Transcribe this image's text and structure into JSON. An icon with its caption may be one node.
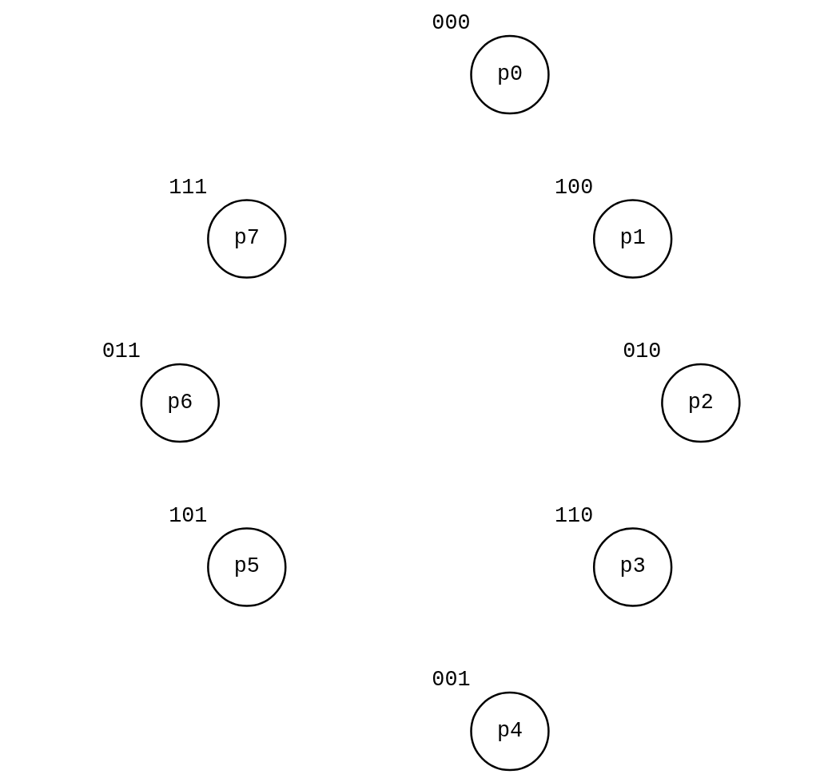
{
  "diagram": {
    "nodes": [
      {
        "text": [
          "p0"
        ],
        "beside": [
          "000"
        ]
      },
      {
        "text": [
          "p1"
        ],
        "beside": [
          "100"
        ]
      },
      {
        "text": [
          "p2"
        ],
        "beside": [
          "010"
        ]
      },
      {
        "text": [
          "p3"
        ],
        "beside": [
          "110"
        ]
      },
      {
        "text": [
          "p4"
        ],
        "beside": [
          "001"
        ]
      },
      {
        "text": [
          "p5"
        ],
        "beside": [
          "101"
        ]
      },
      {
        "text": [
          "p6"
        ],
        "beside": [
          "011"
        ]
      },
      {
        "text": [
          "p7"
        ],
        "beside": [
          "111"
        ]
      }
    ],
    "edges": []
  }
}
